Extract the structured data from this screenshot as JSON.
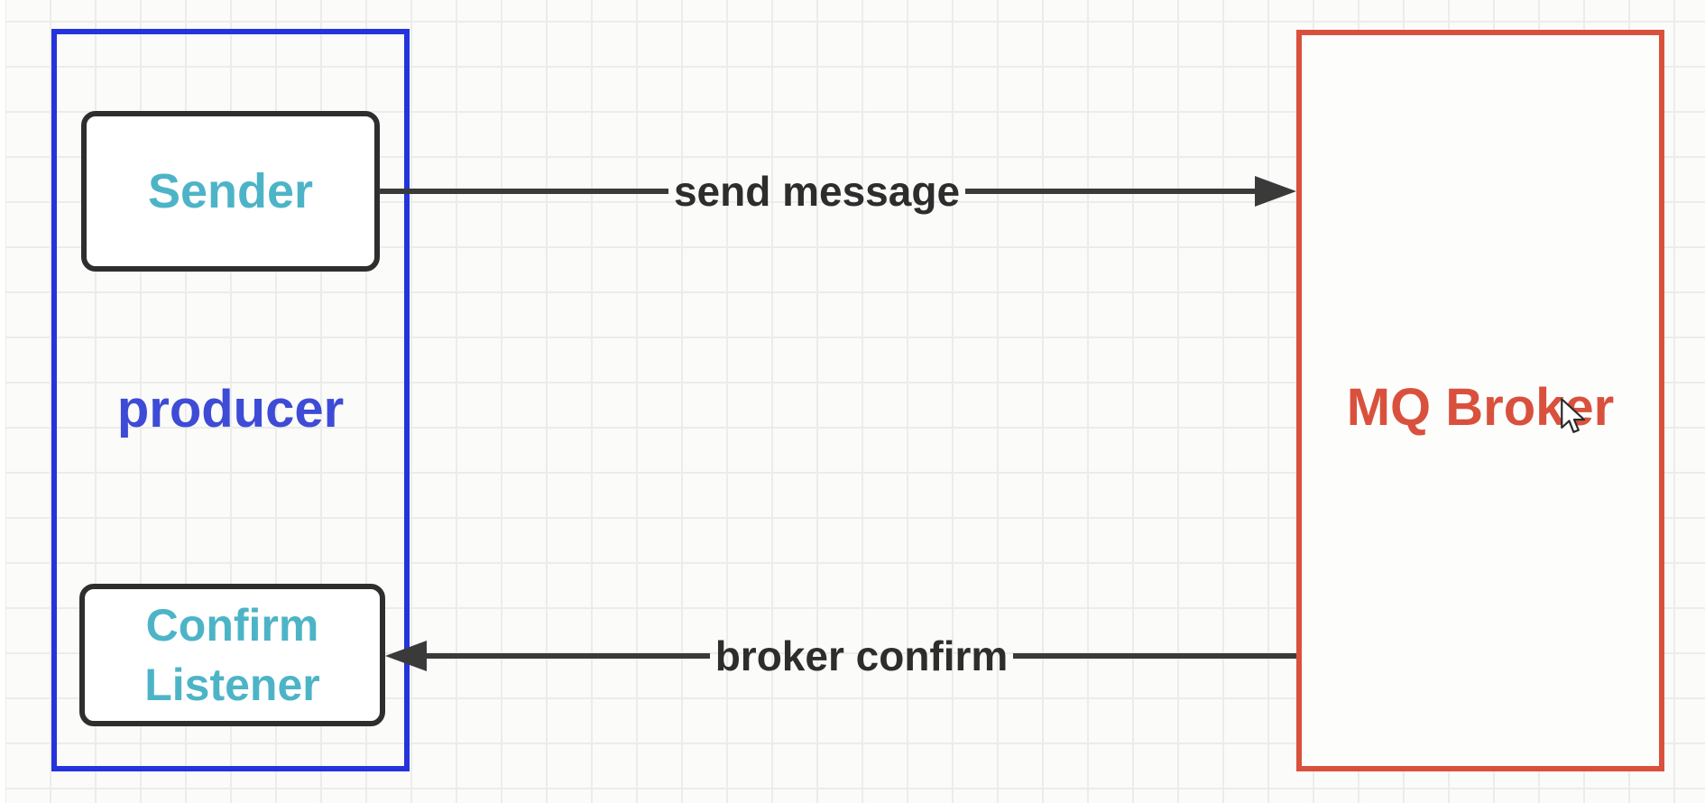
{
  "diagram": {
    "producer": {
      "label": "producer",
      "sender": {
        "label": "Sender"
      },
      "confirm_listener": {
        "label": "Confirm Listener"
      }
    },
    "broker": {
      "label": "MQ Broker"
    },
    "arrows": {
      "send_message": {
        "label": "send message",
        "from": "Sender",
        "to": "MQ Broker",
        "direction": "right"
      },
      "broker_confirm": {
        "label": "broker confirm",
        "from": "MQ Broker",
        "to": "Confirm Listener",
        "direction": "left"
      }
    },
    "colors": {
      "producer_border": "#2434dd",
      "producer_text": "#3e4bd6",
      "broker_border": "#d9513d",
      "broker_text": "#d9513d",
      "node_border": "#2e2e2e",
      "node_text": "#4db4c7",
      "arrow": "#3a3a3a",
      "arrow_label_text": "#2d2d2d",
      "background": "#fbfbf9",
      "grid_line": "#ececea"
    }
  }
}
